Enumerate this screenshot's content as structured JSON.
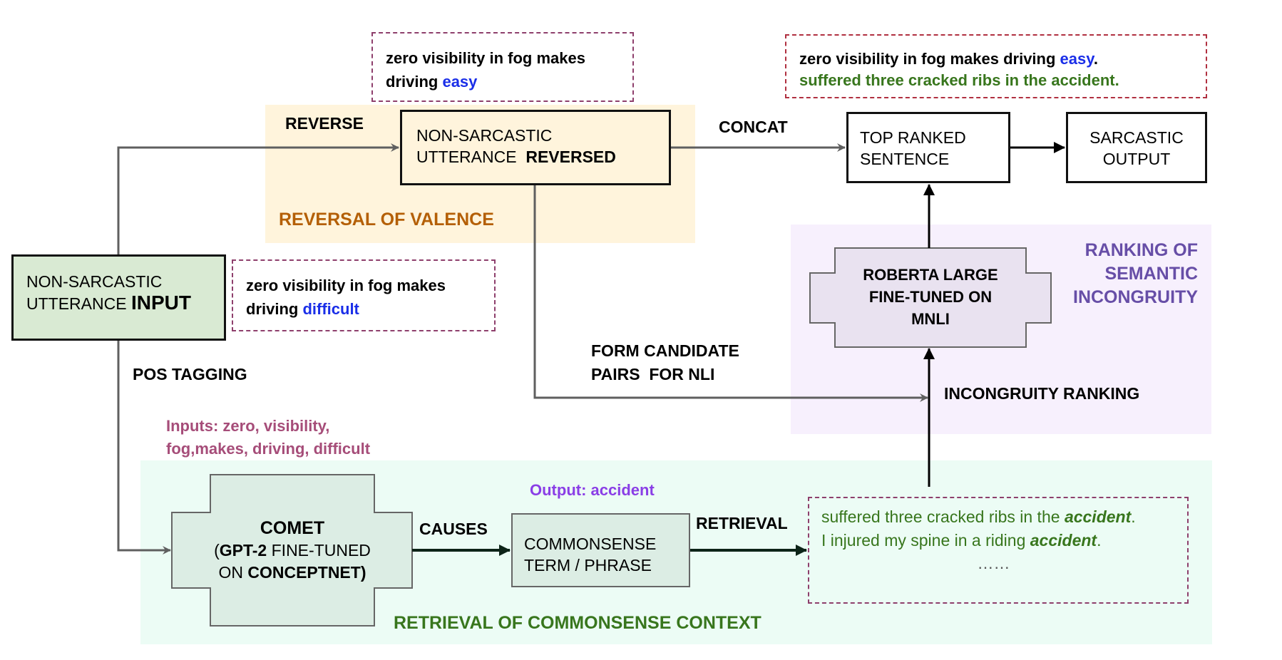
{
  "regions": {
    "reversal": {
      "label": "REVERSAL OF VALENCE",
      "color": "#b45f06"
    },
    "ranking": {
      "label_lines": [
        "RANKING OF",
        "SEMANTIC",
        "INCONGRUITY"
      ],
      "color": "#674ea7"
    },
    "retrieval": {
      "label": "RETRIEVAL OF COMMONSENSE CONTEXT",
      "color": "#38761d"
    }
  },
  "nodes": {
    "input": {
      "line1": "NON-SARCASTIC",
      "line2_prefix": "UTTERANCE ",
      "line2_bold": "INPUT"
    },
    "reversed": {
      "line1": "NON-SARCASTIC",
      "line2_prefix": "UTTERANCE  ",
      "line2_bold": "REVERSED"
    },
    "top_ranked": {
      "line1": "TOP RANKED",
      "line2": "SENTENCE"
    },
    "sarcastic_output": {
      "line1": "SARCASTIC",
      "line2": "OUTPUT"
    },
    "comet": {
      "title": "COMET",
      "line2_paren_open": "(",
      "line2_bold": "GPT-2",
      "line2_rest": " FINE-TUNED",
      "line3_prefix": "ON ",
      "line3_bold": "CONCEPTNET",
      "line3_suffix": ")"
    },
    "commonsense": {
      "line1": "COMMONSENSE",
      "line2": "TERM / PHRASE"
    },
    "roberta": {
      "line1": "ROBERTA LARGE",
      "line2": "FINE-TUNED ON",
      "line3": "MNLI"
    }
  },
  "notes": {
    "easy": {
      "line1": "zero visibility in fog makes",
      "line2_prefix": "driving ",
      "line2_highlight": "easy"
    },
    "difficult": {
      "line1": "zero visibility in fog makes",
      "line2_prefix": "driving ",
      "line2_highlight": "difficult"
    },
    "concat": {
      "line1_prefix": "zero visibility in fog makes driving ",
      "line1_highlight": "easy",
      "line1_suffix": ".",
      "line2": "suffered three cracked ribs in the accident."
    },
    "retrieval": {
      "sentences": [
        {
          "prefix": "suffered three cracked ribs in the ",
          "emph": "accident",
          "suffix": "."
        },
        {
          "prefix": "I injured my spine in a riding ",
          "emph": "accident",
          "suffix": "."
        }
      ],
      "ellipsis": "……"
    }
  },
  "edge_labels": {
    "reverse": "REVERSE",
    "concat": "CONCAT",
    "pos_tagging": "POS TAGGING",
    "form_candidate": [
      "FORM CANDIDATE",
      "PAIRS  FOR NLI"
    ],
    "incongruity_ranking": "INCONGRUITY RANKING",
    "causes": "CAUSES",
    "retrieval": "RETRIEVAL"
  },
  "annotations": {
    "inputs": [
      "Inputs: zero, visibility,",
      "fog,makes, driving, difficult"
    ],
    "output": "Output: accident"
  },
  "colors": {
    "highlight_blue": "#1a2ee8",
    "retrieved_green": "#38761d",
    "inputs_color": "#a64d79",
    "output_color": "#8a3ee6",
    "connector_gray": "#5f5f5f",
    "connector_black": "#000000"
  }
}
